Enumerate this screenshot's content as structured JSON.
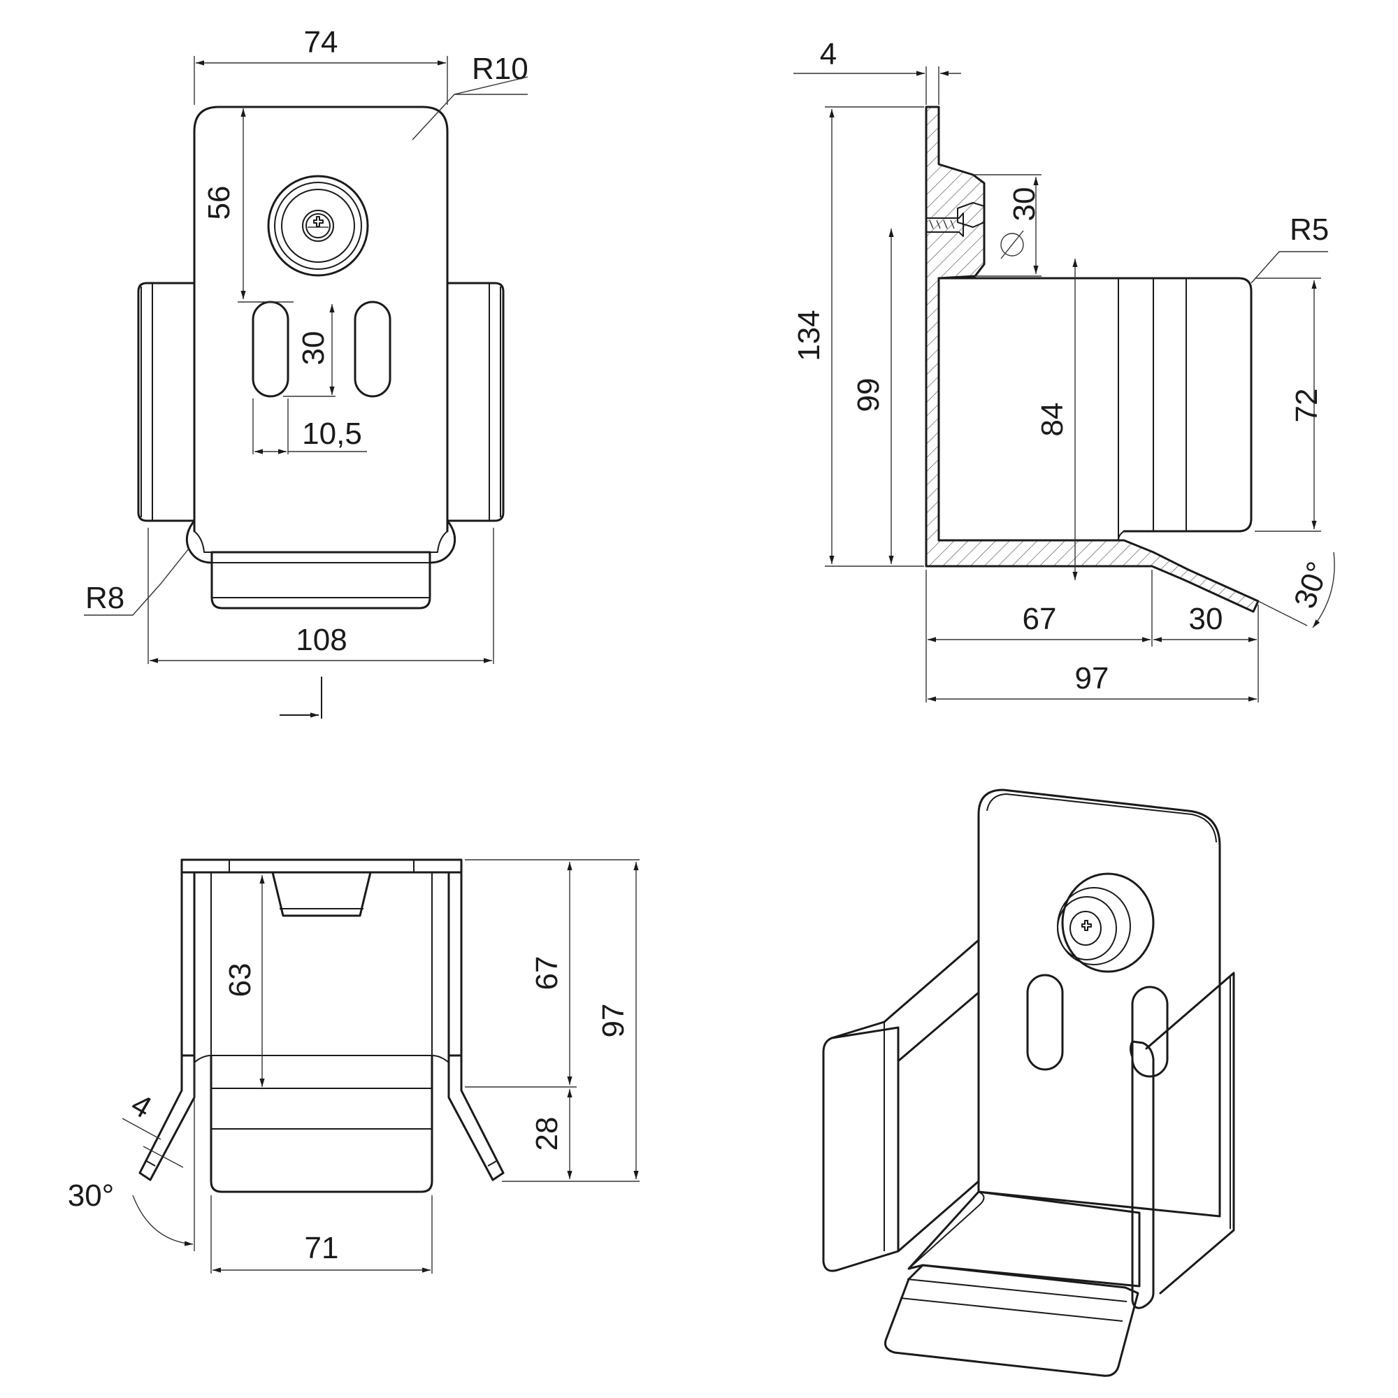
{
  "front_view": {
    "width_top": "74",
    "radius_top": "R10",
    "height_to_slots": "56",
    "slot_length": "30",
    "slot_spacing": "10,5",
    "radius_bottom": "R8",
    "width_overall": "108"
  },
  "side_view": {
    "thickness": "4",
    "height_total": "134",
    "height_to_screw": "99",
    "roller_diameter": "30",
    "inner_height": "84",
    "radius_corner": "R5",
    "arm_height": "72",
    "base_depth": "67",
    "flare_depth": "30",
    "flare_angle": "30°",
    "depth_total": "97"
  },
  "top_view": {
    "inner_depth": "63",
    "depth_to_bend": "67",
    "depth_total": "97",
    "flare_length": "28",
    "thickness": "4",
    "flare_angle": "30°",
    "inner_width": "71"
  },
  "colors": {
    "line": "#1a1a1a",
    "background": "#ffffff"
  }
}
